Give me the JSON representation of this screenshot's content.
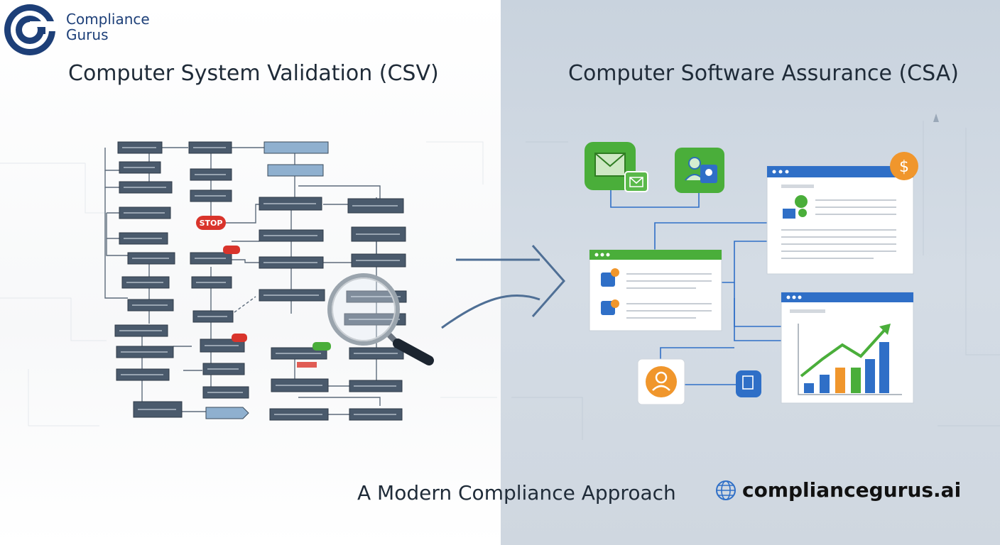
{
  "brand": {
    "line1": "Compliance",
    "line2": "Gurus"
  },
  "headings": {
    "left": "Computer System Validation (CSV)",
    "right": "Computer Software Assurance (CSA)"
  },
  "flowchart": {
    "stop_label": "STOP"
  },
  "tagline": "A Modern Compliance Approach",
  "website": "compliancegurus.ai",
  "colors": {
    "brand_blue": "#1d3f78",
    "flow_box": "#4a5a6c",
    "stop_red": "#d9342b",
    "csa_green": "#4aae3a",
    "csa_blue": "#2f6fc7",
    "accent_orange": "#f0962c"
  },
  "icons": [
    "logo-icon",
    "magnifier-icon",
    "arrow-right-icon",
    "email-icon",
    "user-icon",
    "dollar-icon",
    "globe-icon",
    "chart-icon"
  ]
}
